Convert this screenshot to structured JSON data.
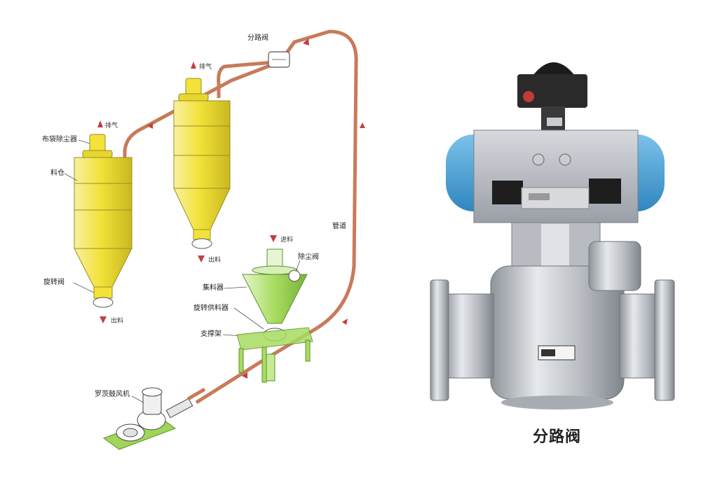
{
  "diagram": {
    "labels": {
      "diverter_valve_top": "分路阀",
      "filter_left": "布袋除尘器",
      "bin": "料仓",
      "rotary_valve_left": "旋转阀",
      "feed_in": "进料",
      "air_vent_right": "排气",
      "air_vent_left": "排气",
      "hopper_vent": "除尘阀",
      "hopper": "集料器",
      "rotary_feeder": "旋转供料器",
      "base_frame": "支撑架",
      "blower": "罗茨鼓风机",
      "pipe": "管道",
      "out_left": "出料",
      "out_right": "出料"
    },
    "colors": {
      "pipe": "#c87a5a",
      "silo": "#f2e23a",
      "hopper": "#9fd65a",
      "frame": "#8fcf4a"
    }
  },
  "photo": {
    "caption": "分路阀",
    "colors": {
      "actuator_body": "#b9bcc2",
      "actuator_caps": "#4ea3d6",
      "valve_body": "#c8ccd2",
      "solenoid": "#222222"
    }
  }
}
